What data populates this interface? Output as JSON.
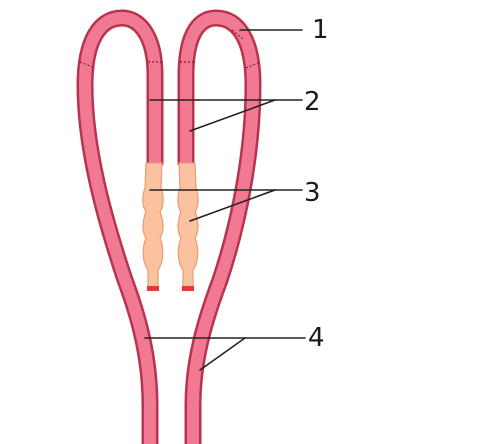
{
  "labels": {
    "l1": "1",
    "l2": "2",
    "l3": "3",
    "l4": "4"
  },
  "colors": {
    "tube_fill": "#f17a92",
    "tube_outline": "#b8344e",
    "swelling_fill": "#fbc29f",
    "swelling_outline": "#e99b74",
    "tip": "#e23a3a",
    "pointer": "#222222"
  }
}
